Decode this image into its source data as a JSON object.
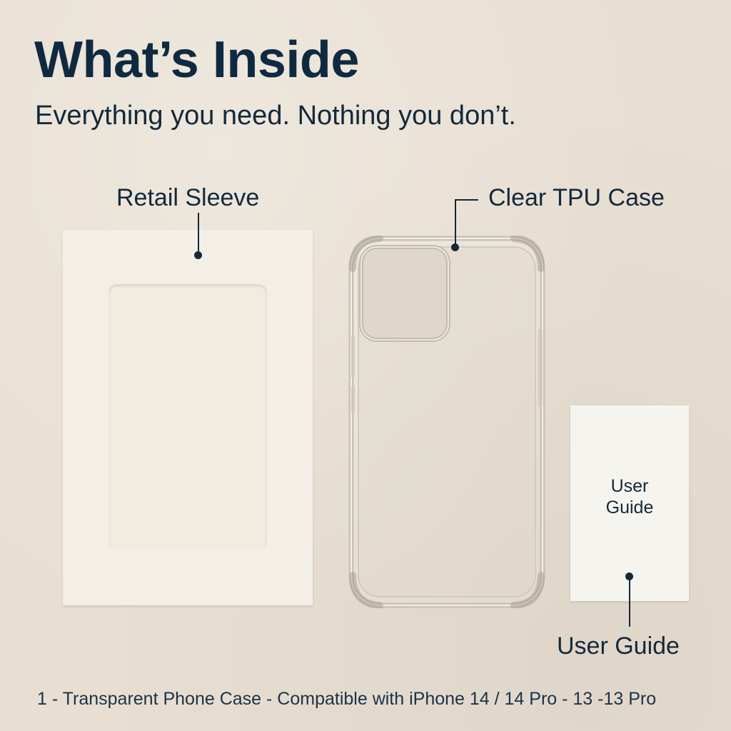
{
  "header": {
    "title": "What’s Inside",
    "subtitle": "Everything you need. Nothing you don’t."
  },
  "items": {
    "sleeve": {
      "label": "Retail Sleeve"
    },
    "case": {
      "label": "Clear TPU Case"
    },
    "guide": {
      "label": "User Guide",
      "card_line1": "User",
      "card_line2": "Guide"
    }
  },
  "footer": {
    "text": "1 - Transparent Phone Case - Compatible with iPhone 14 / 14 Pro - 13 -13 Pro"
  },
  "colors": {
    "background": "#e8dfd2",
    "text": "#0f2a40",
    "card": "#f4efe6"
  }
}
